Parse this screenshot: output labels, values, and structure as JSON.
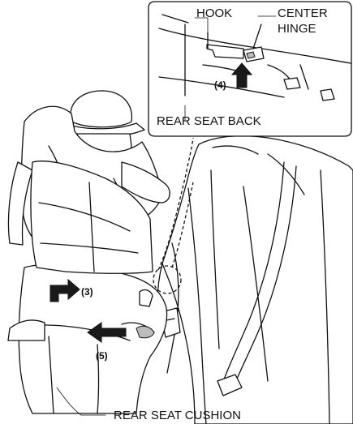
{
  "labels": {
    "hook": "HOOK",
    "center_hinge_line1": "CENTER",
    "center_hinge_line2": "HINGE",
    "rear_seat_back": "REAR SEAT BACK",
    "rear_seat_cushion": "REAR SEAT CUSHION",
    "step_3": "(3)",
    "step_4": "(4)",
    "step_5": "(5)"
  },
  "colors": {
    "line": "#111111",
    "background": "#ffffff",
    "arrow": "#1a1a1a"
  }
}
